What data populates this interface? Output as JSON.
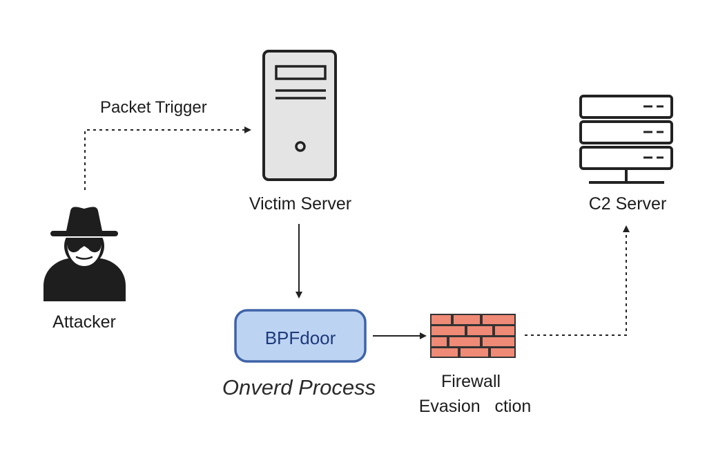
{
  "nodes": {
    "attacker": {
      "label": "Attacker",
      "icon": "attacker-icon"
    },
    "victim": {
      "label": "Victim Server",
      "icon": "server-tower-icon"
    },
    "bpfdoor": {
      "label": "BPFdoor",
      "caption": "Onverd Process"
    },
    "firewall": {
      "label_line1": "Firewall",
      "label_line2": "Evasion   ction",
      "icon": "brick-wall-icon"
    },
    "c2": {
      "label": "C2 Server",
      "icon": "server-rack-icon"
    }
  },
  "edges": {
    "attacker_to_victim": {
      "label": "Packet Trigger",
      "style": "dotted"
    },
    "victim_to_bpfdoor": {
      "style": "solid"
    },
    "bpfdoor_to_firewall": {
      "style": "solid"
    },
    "firewall_to_c2": {
      "style": "dotted"
    }
  },
  "colors": {
    "bpfdoor_fill": "#bcd3f2",
    "bpfdoor_stroke": "#3f63a8",
    "brick": "#ef8a76",
    "mortar": "#333333",
    "server_fill": "#e4e4e4",
    "stroke": "#222222"
  }
}
